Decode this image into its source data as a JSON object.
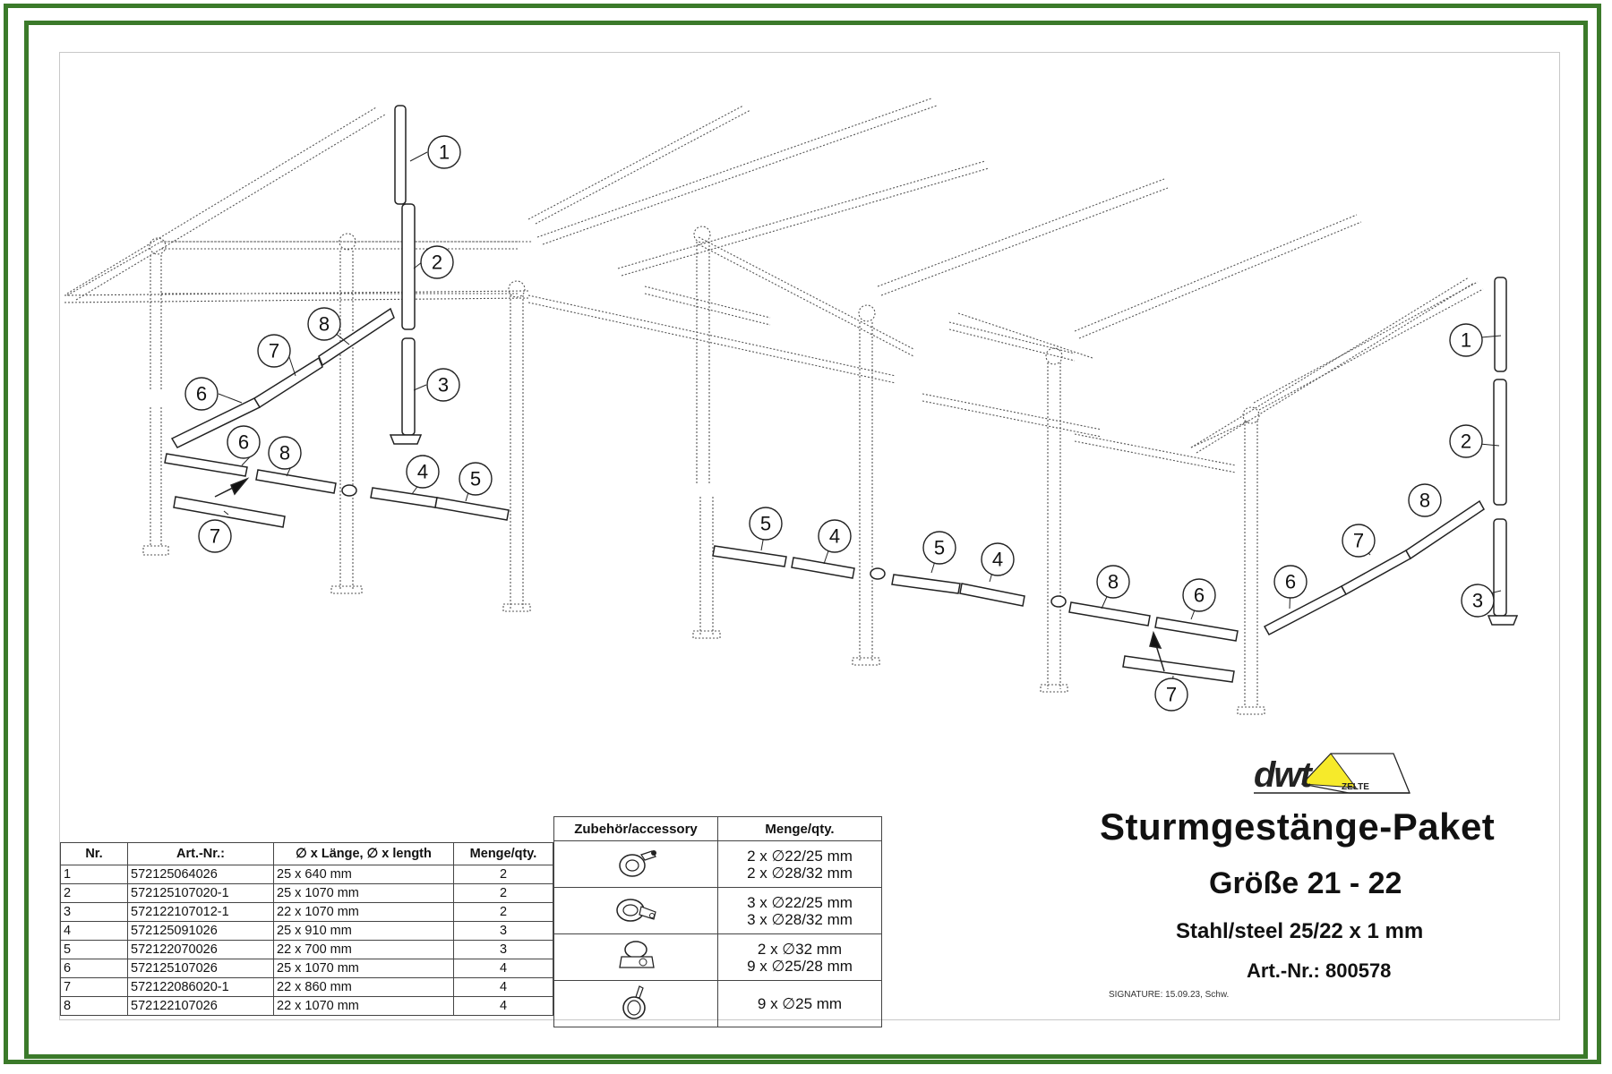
{
  "title": "Sturmgestänge-Paket",
  "size": "Größe 21 - 22",
  "material": "Stahl/steel 25/22 x 1 mm",
  "article": "Art.-Nr.: 800578",
  "signature": "SIGNATURE: 15.09.23, Schw.",
  "logo": {
    "brand": "dwt",
    "sub": "ZELTE"
  },
  "colors": {
    "frame": "#3b7a2a",
    "logo_yellow": "#f6ea2a"
  },
  "parts_table": {
    "headers": [
      "Nr.",
      "Art.-Nr.:",
      "∅ x Länge, ∅ x length",
      "Menge/qty."
    ],
    "rows": [
      {
        "nr": "1",
        "art": "572125064026",
        "dim": "25 x 640 mm",
        "qty": "2"
      },
      {
        "nr": "2",
        "art": "572125107020-1",
        "dim": "25 x 1070 mm",
        "qty": "2"
      },
      {
        "nr": "3",
        "art": "572122107012-1",
        "dim": "22 x 1070 mm",
        "qty": "2"
      },
      {
        "nr": "4",
        "art": "572125091026",
        "dim": "25 x 910 mm",
        "qty": "3"
      },
      {
        "nr": "5",
        "art": "572122070026",
        "dim": "22 x 700 mm",
        "qty": "3"
      },
      {
        "nr": "6",
        "art": "572125107026",
        "dim": "25 x 1070 mm",
        "qty": "4"
      },
      {
        "nr": "7",
        "art": "572122086020-1",
        "dim": "22 x 860 mm",
        "qty": "4"
      },
      {
        "nr": "8",
        "art": "572122107026",
        "dim": "22 x 1070 mm",
        "qty": "4"
      }
    ]
  },
  "accessory_table": {
    "headers": [
      "Zubehör/accessory",
      "Menge/qty."
    ],
    "rows": [
      {
        "icon": "clamp-with-screw-icon",
        "l1": "2 x ∅22/25 mm",
        "l2": "2 x ∅28/32 mm"
      },
      {
        "icon": "pipe-clamp-icon",
        "l1": "3 x ∅22/25 mm",
        "l2": "3 x ∅28/32 mm"
      },
      {
        "icon": "tab-clamp-icon",
        "l1": "2 x ∅32 mm",
        "l2": "9 x ∅25/28 mm"
      },
      {
        "icon": "clip-ring-icon",
        "l1": "9 x ∅25 mm",
        "l2": ""
      }
    ]
  },
  "callouts": [
    "1",
    "2",
    "3",
    "4",
    "5",
    "6",
    "7",
    "8"
  ]
}
